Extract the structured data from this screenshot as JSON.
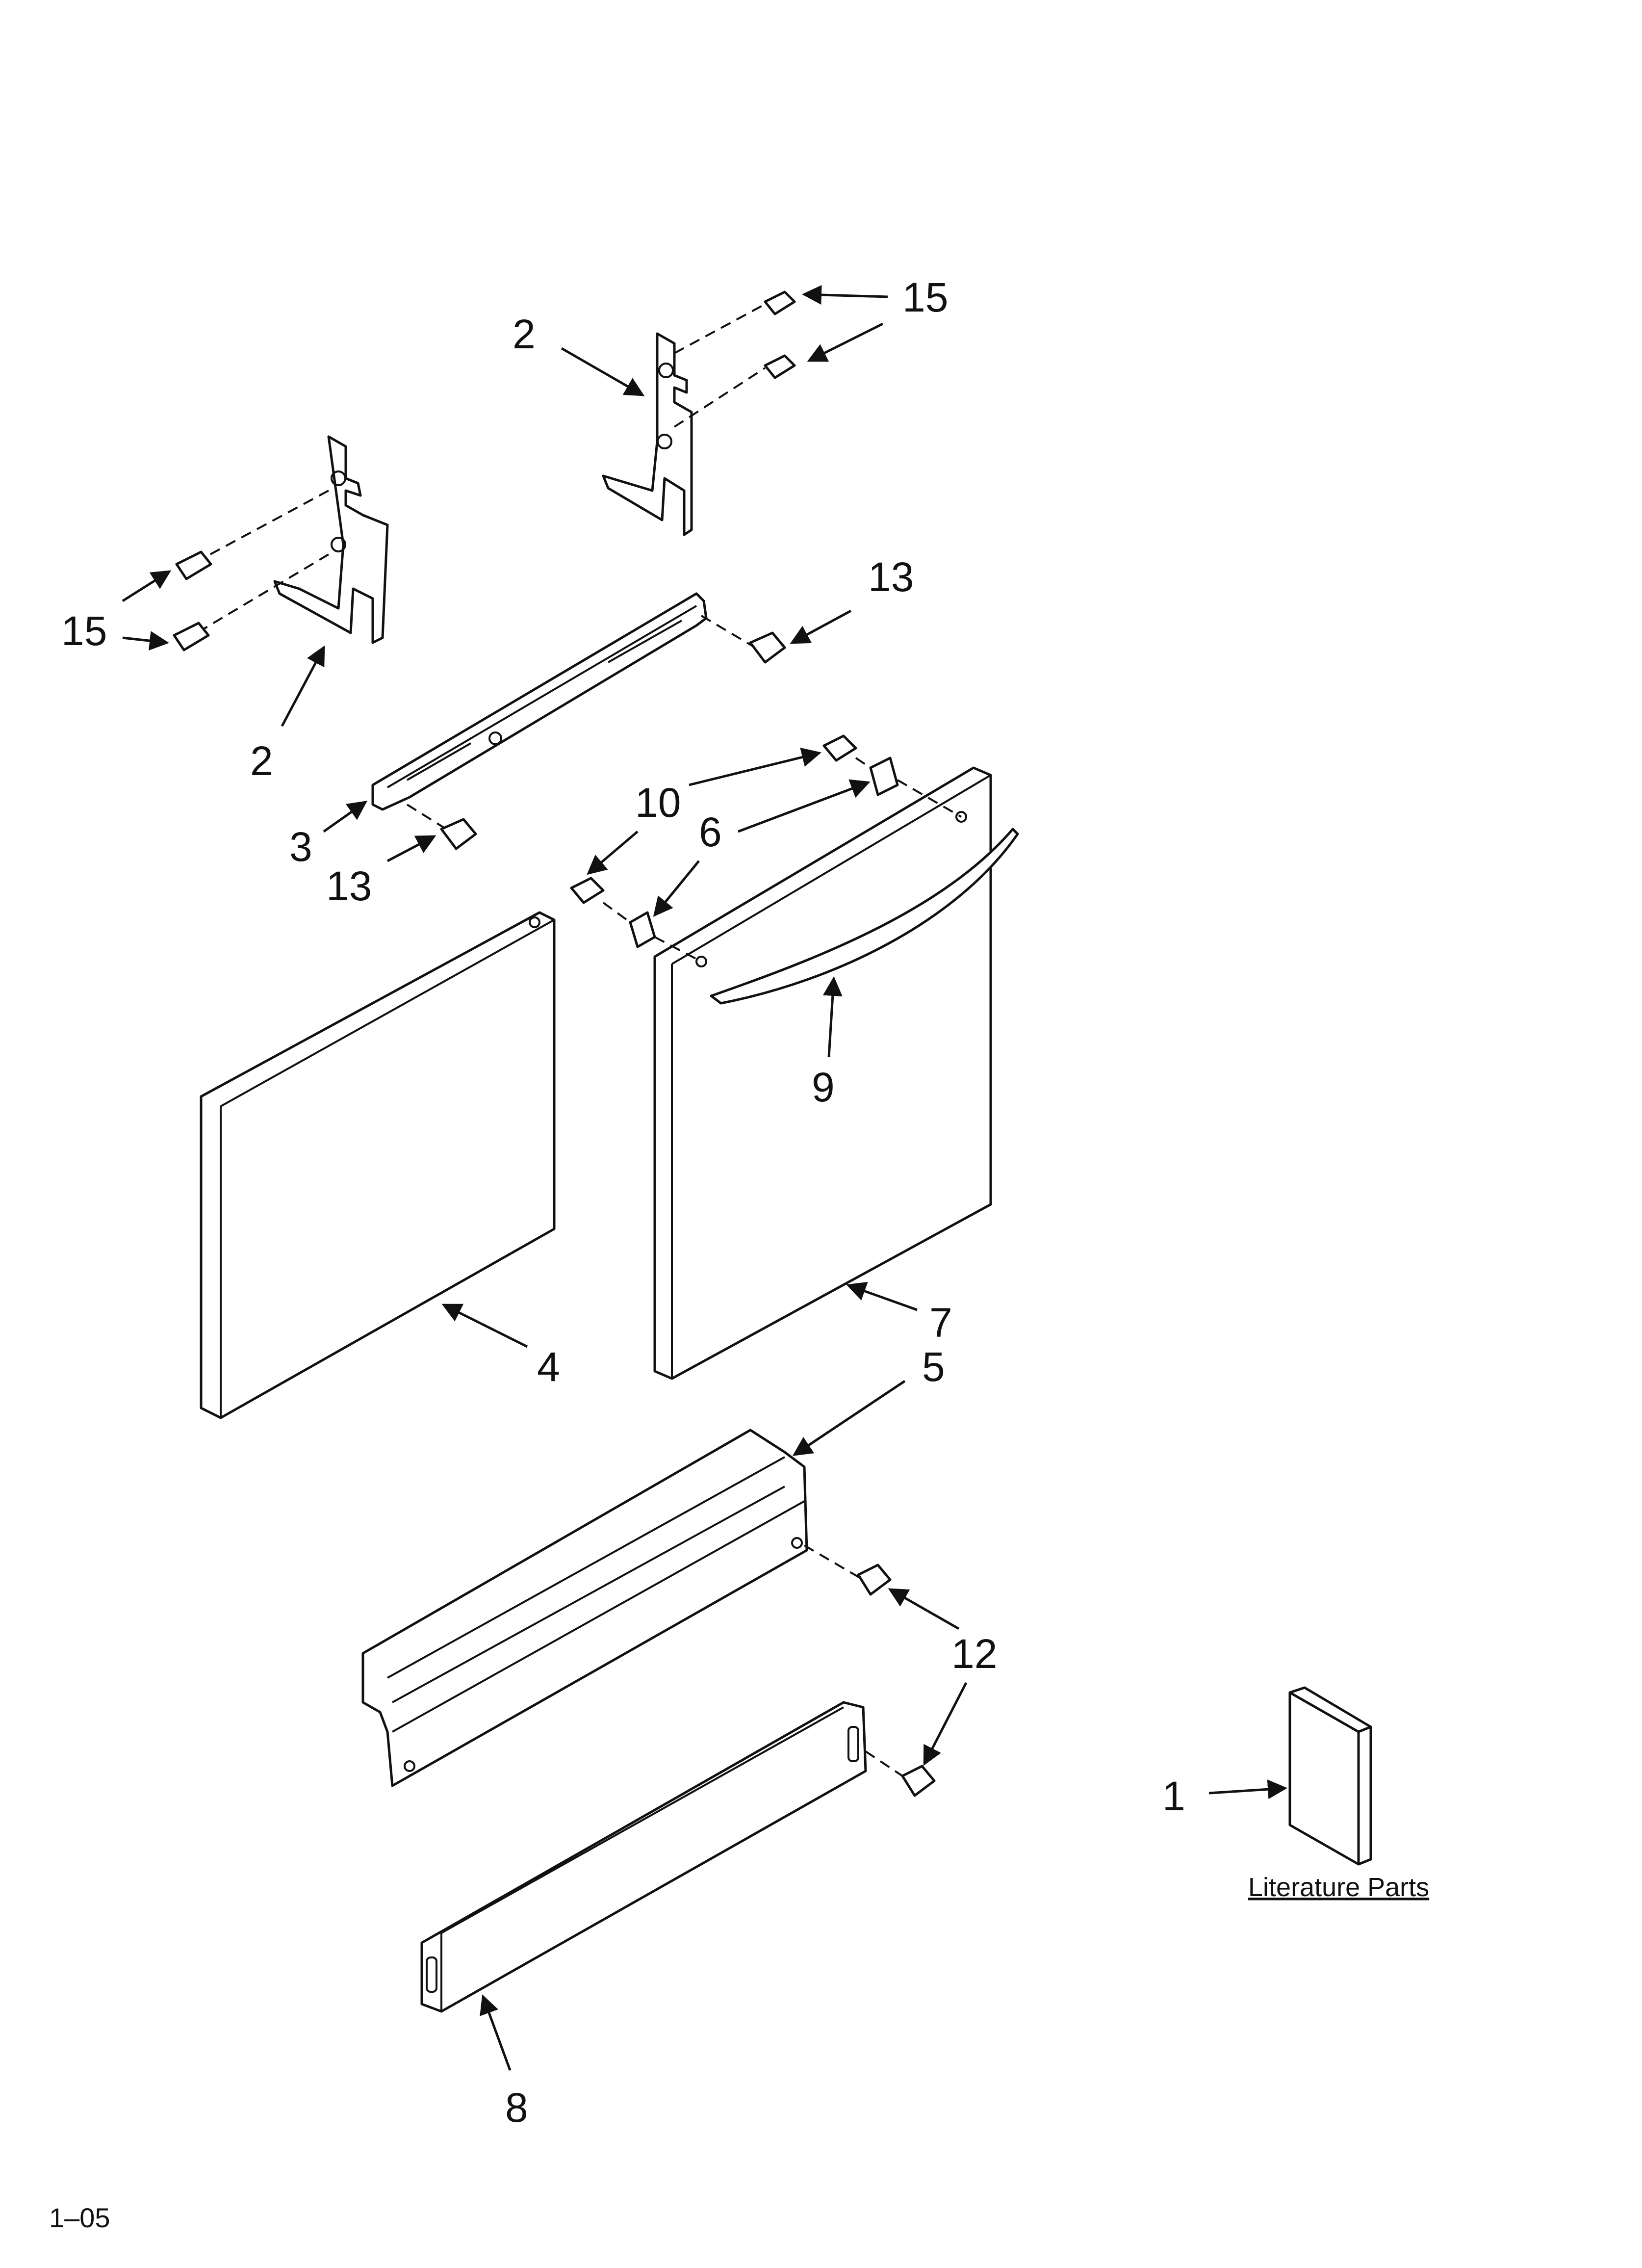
{
  "callouts": {
    "c15a": "15",
    "c2a": "2",
    "c13a": "13",
    "c15b": "15",
    "c2b": "2",
    "c3": "3",
    "c13b": "13",
    "c10": "10",
    "c6": "6",
    "c9": "9",
    "c4": "4",
    "c7": "7",
    "c5": "5",
    "c12": "12",
    "c1": "1",
    "c8": "8"
  },
  "literature_label": "Literature Parts",
  "page_code": "1–05"
}
